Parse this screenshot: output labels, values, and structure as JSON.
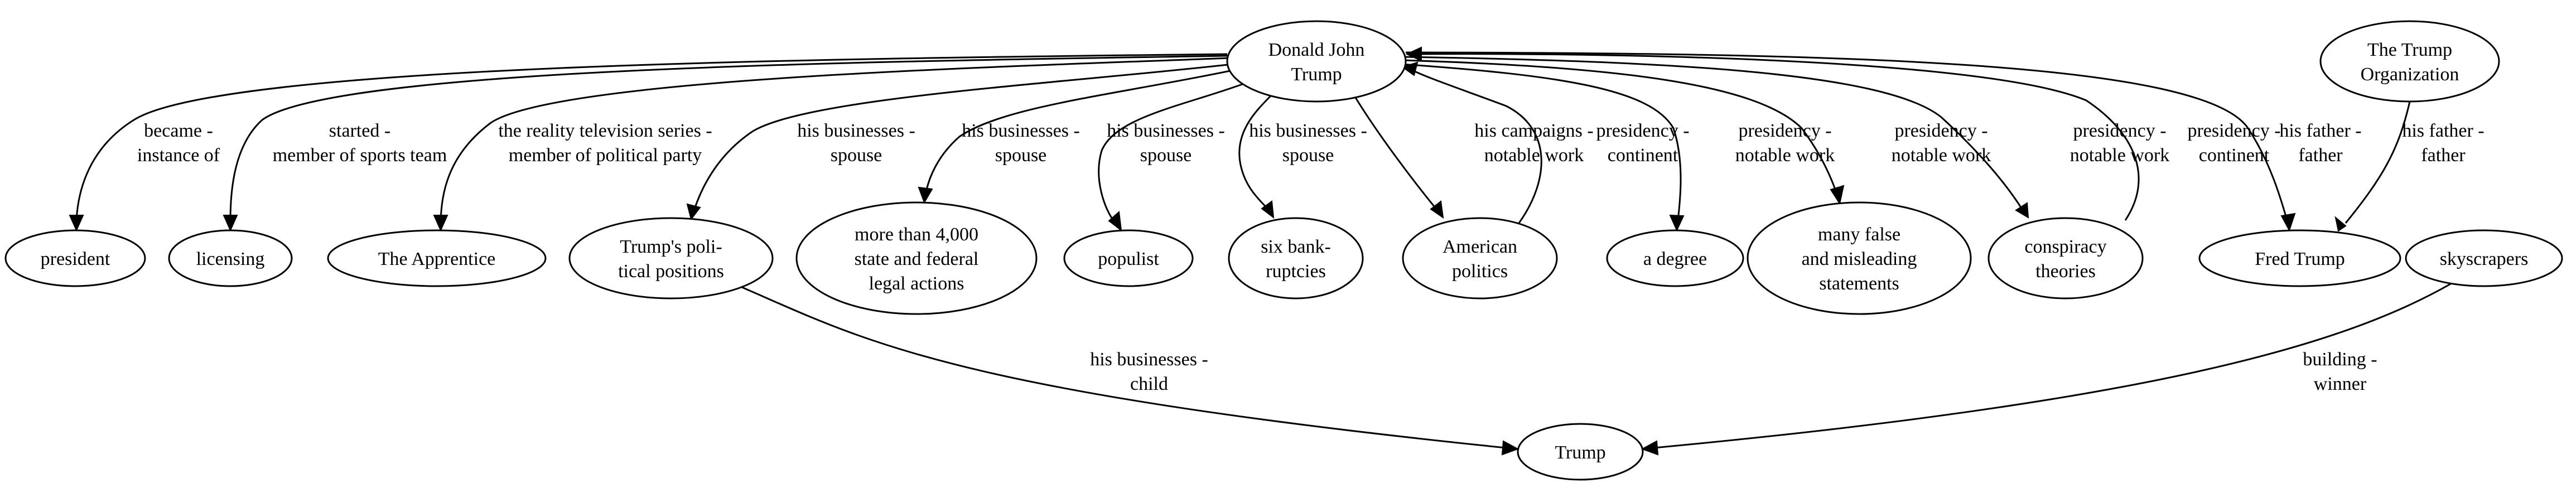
{
  "nodes": [
    {
      "id": "trump_main",
      "lines": [
        "Donald John",
        "Trump"
      ]
    },
    {
      "id": "trump_org",
      "lines": [
        "The Trump",
        "Organization"
      ]
    },
    {
      "id": "president",
      "lines": [
        "president"
      ]
    },
    {
      "id": "licensing",
      "lines": [
        "licensing"
      ]
    },
    {
      "id": "apprentice",
      "lines": [
        "The Apprentice"
      ]
    },
    {
      "id": "positions",
      "lines": [
        "Trump's poli-",
        "tical positions"
      ]
    },
    {
      "id": "legal",
      "lines": [
        "more than 4,000",
        "state and federal",
        "legal actions"
      ]
    },
    {
      "id": "populist",
      "lines": [
        "populist"
      ]
    },
    {
      "id": "bankruptcies",
      "lines": [
        "six bank-",
        "ruptcies"
      ]
    },
    {
      "id": "american_politics",
      "lines": [
        "American",
        "politics"
      ]
    },
    {
      "id": "degree",
      "lines": [
        "a degree"
      ]
    },
    {
      "id": "false_statements",
      "lines": [
        "many false",
        "and misleading",
        "statements"
      ]
    },
    {
      "id": "conspiracy",
      "lines": [
        "conspiracy",
        "theories"
      ]
    },
    {
      "id": "fred",
      "lines": [
        "Fred Trump"
      ]
    },
    {
      "id": "skyscrapers",
      "lines": [
        "skyscrapers"
      ]
    },
    {
      "id": "trump",
      "lines": [
        "Trump"
      ]
    }
  ],
  "edges": [
    {
      "id": "e1",
      "from": "trump_main",
      "to": "president",
      "lines": [
        "became -",
        "instance of"
      ]
    },
    {
      "id": "e2",
      "from": "trump_main",
      "to": "licensing",
      "lines": [
        "started -",
        "member of sports team"
      ]
    },
    {
      "id": "e3",
      "from": "trump_main",
      "to": "apprentice",
      "lines": [
        "the reality television series -",
        "member of political party"
      ]
    },
    {
      "id": "e4",
      "from": "trump_main",
      "to": "positions",
      "lines": [
        "his businesses -",
        "spouse"
      ]
    },
    {
      "id": "e5",
      "from": "trump_main",
      "to": "legal",
      "lines": [
        "his businesses -",
        "spouse"
      ]
    },
    {
      "id": "e6",
      "from": "trump_main",
      "to": "populist",
      "lines": [
        "his businesses -",
        "spouse"
      ]
    },
    {
      "id": "e7",
      "from": "trump_main",
      "to": "bankruptcies",
      "lines": [
        "his businesses -",
        "spouse"
      ]
    },
    {
      "id": "e8",
      "from": "trump_main",
      "to": "american_politics",
      "lines": [
        "his campaigns -",
        "notable work"
      ]
    },
    {
      "id": "e9",
      "from": "american_politics",
      "to": "trump_main",
      "lines": [
        "presidency -",
        "continent"
      ]
    },
    {
      "id": "e10",
      "from": "trump_main",
      "to": "degree",
      "lines": [
        "presidency -",
        "notable work"
      ]
    },
    {
      "id": "e11",
      "from": "trump_main",
      "to": "false_statements",
      "lines": [
        "presidency -",
        "notable work"
      ]
    },
    {
      "id": "e12",
      "from": "trump_main",
      "to": "conspiracy",
      "lines": [
        "presidency -",
        "notable work"
      ]
    },
    {
      "id": "e13",
      "from": "conspiracy",
      "to": "trump_main",
      "lines": [
        "presidency -",
        "continent"
      ]
    },
    {
      "id": "e14",
      "from": "trump_main",
      "to": "fred",
      "lines": [
        "his father -",
        "father"
      ]
    },
    {
      "id": "e15",
      "from": "trump_org",
      "to": "fred",
      "lines": [
        "his father -",
        "father"
      ]
    },
    {
      "id": "e16",
      "from": "positions",
      "to": "trump",
      "lines": [
        "his businesses -",
        "child"
      ]
    },
    {
      "id": "e17",
      "from": "skyscrapers",
      "to": "trump",
      "lines": [
        "building -",
        "winner"
      ]
    }
  ]
}
